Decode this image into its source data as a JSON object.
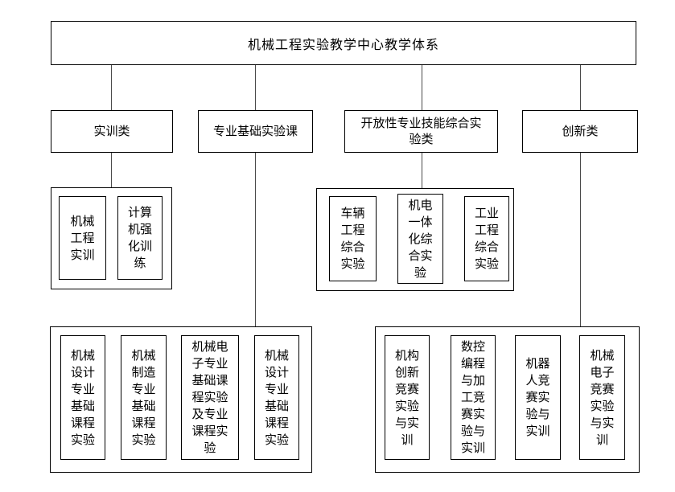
{
  "diagram": {
    "root": {
      "label": "机械工程实验教学中心教学体系"
    },
    "level2": [
      {
        "label": "实训类"
      },
      {
        "label": "专业基础实验课"
      },
      {
        "label": "开放性专业技能综合实\n验类"
      },
      {
        "label": "创新类"
      }
    ],
    "groups": {
      "training": {
        "items": [
          {
            "label": "机械\n工程\n实训"
          },
          {
            "label": "计算\n机强\n化训\n练"
          }
        ]
      },
      "open_skills": {
        "items": [
          {
            "label": "车辆\n工程\n综合\n实验"
          },
          {
            "label": "机电\n一体\n化综\n合实\n验"
          },
          {
            "label": "工业\n工程\n综合\n实验"
          }
        ]
      },
      "basic_course": {
        "items": [
          {
            "label": "机械\n设计\n专业\n基础\n课程\n实验"
          },
          {
            "label": "机械\n制造\n专业\n基础\n课程\n实验"
          },
          {
            "label": "机械电\n子专业\n基础课\n程实验\n及专业\n课程实\n验"
          },
          {
            "label": "机械\n设计\n专业\n基础\n课程\n实验"
          }
        ]
      },
      "innovation": {
        "items": [
          {
            "label": "机构\n创新\n竞赛\n实验\n与实\n训"
          },
          {
            "label": "数控\n编程\n与加\n工竞\n赛实\n验与\n实训"
          },
          {
            "label": "机器\n人竞\n赛实\n验与\n实训"
          },
          {
            "label": "机械\n电子\n竞赛\n实验\n与实\n训"
          }
        ]
      }
    }
  }
}
